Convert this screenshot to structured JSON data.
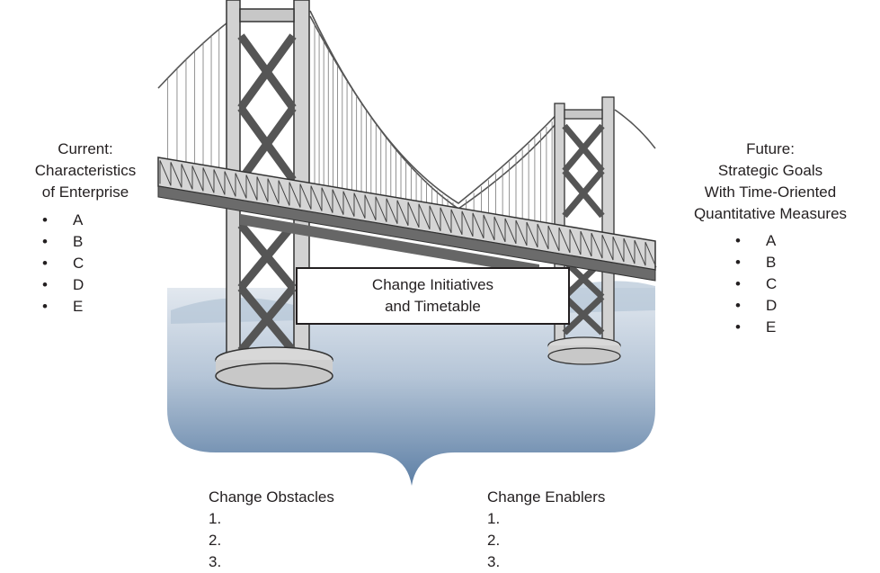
{
  "current": {
    "heading_lines": [
      "Current:",
      "Characteristics",
      "of Enterprise"
    ],
    "items": [
      "A",
      "B",
      "C",
      "D",
      "E"
    ]
  },
  "future": {
    "heading_lines": [
      "Future:",
      "Strategic Goals",
      "With Time-Oriented",
      "Quantitative Measures"
    ],
    "items": [
      "A",
      "B",
      "C",
      "D",
      "E"
    ]
  },
  "initiatives": {
    "line1": "Change Initiatives",
    "line2": "and Timetable"
  },
  "obstacles": {
    "heading": "Change Obstacles",
    "items": [
      "1.",
      "2.",
      "3."
    ]
  },
  "enablers": {
    "heading": "Change Enablers",
    "items": [
      "1.",
      "2.",
      "3."
    ]
  },
  "bullet_symbol": "•"
}
